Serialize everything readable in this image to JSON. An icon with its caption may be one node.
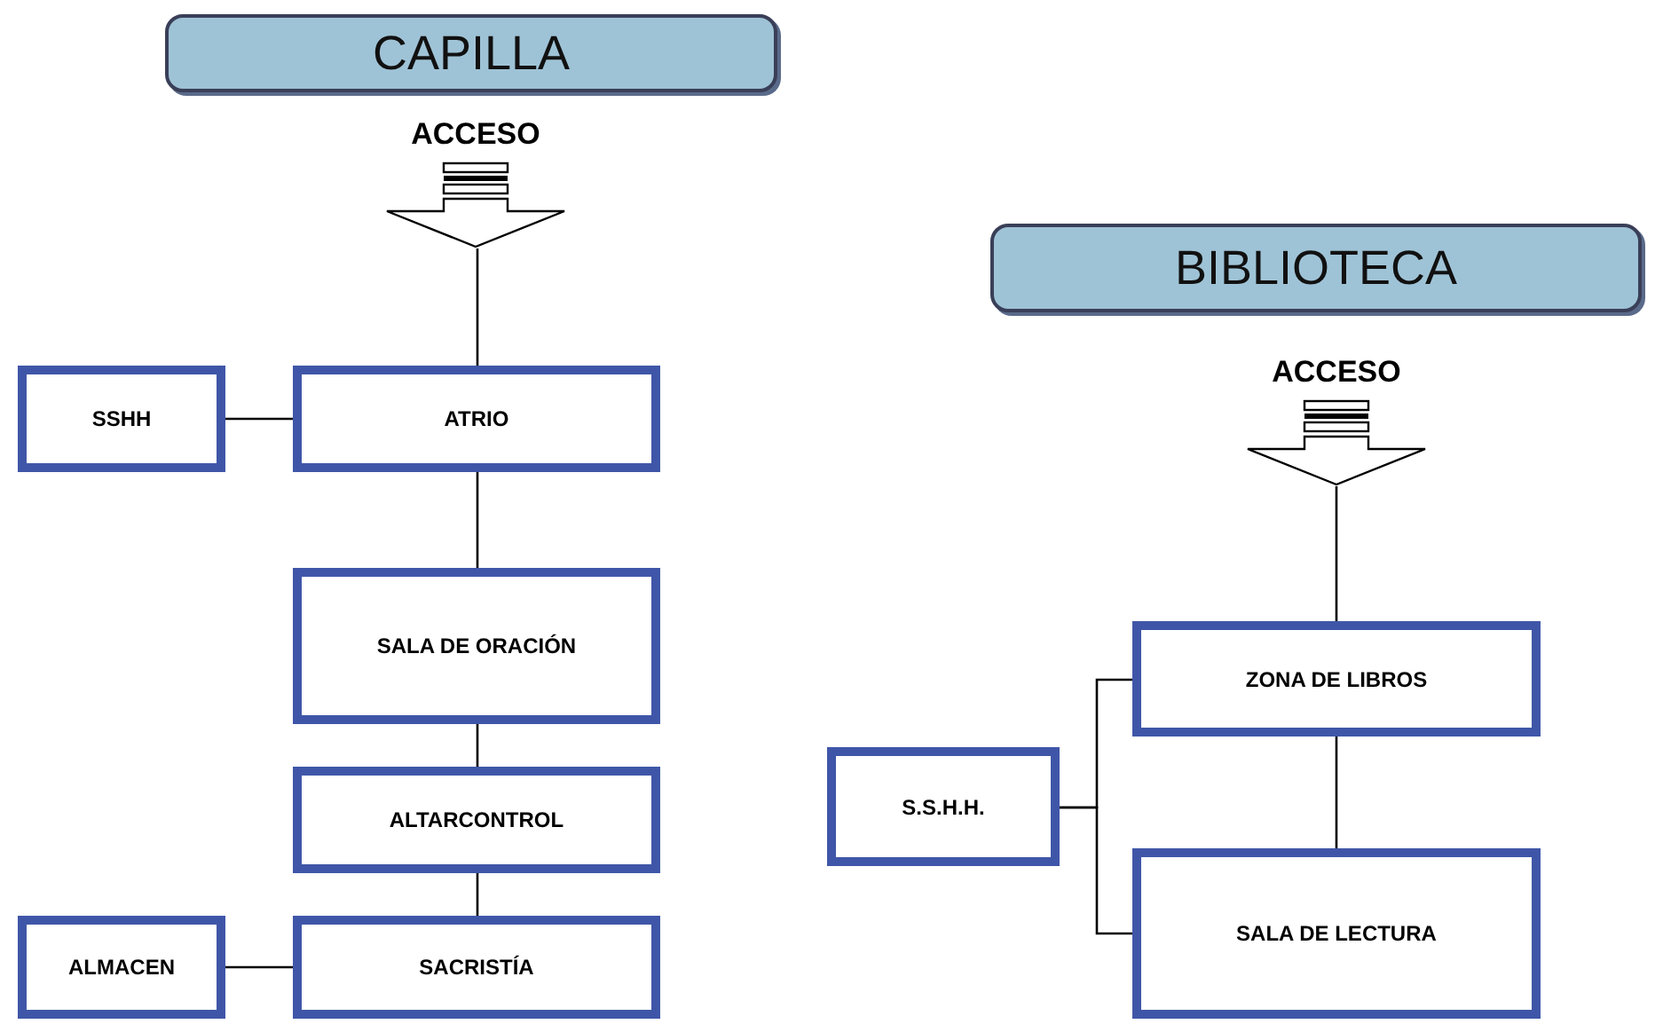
{
  "diagram": {
    "nodes": [
      {
        "text": [
          "CAPILLA"
        ]
      },
      {
        "text": [
          "ACCESO"
        ]
      },
      {
        "text": [
          "SSHH"
        ]
      },
      {
        "text": [
          "ATRIO"
        ]
      },
      {
        "text": [
          "SALA DE ORACIÓN"
        ]
      },
      {
        "text": [
          "ALTARCONTROL"
        ]
      },
      {
        "text": [
          "ALMACEN"
        ]
      },
      {
        "text": [
          "SACRISTÍA"
        ]
      },
      {
        "text": [
          "BIBLIOTECA"
        ]
      },
      {
        "text": [
          "ACCESO"
        ]
      },
      {
        "text": [
          "ZONA DE LIBROS"
        ]
      },
      {
        "text": [
          "S.S.H.H."
        ]
      },
      {
        "text": [
          "SALA DE LECTURA"
        ]
      }
    ],
    "edges": [
      {
        "from": 1,
        "to": 3,
        "arrow": "none"
      },
      {
        "from": 2,
        "to": 3,
        "arrow": "none"
      },
      {
        "from": 3,
        "to": 4,
        "arrow": "none"
      },
      {
        "from": 4,
        "to": 5,
        "arrow": "none"
      },
      {
        "from": 5,
        "to": 7,
        "arrow": "none"
      },
      {
        "from": 6,
        "to": 7,
        "arrow": "none"
      },
      {
        "from": 9,
        "to": 10,
        "arrow": "none"
      },
      {
        "from": 10,
        "to": 12,
        "arrow": "none"
      },
      {
        "from": 11,
        "to": 10,
        "arrow": "none"
      },
      {
        "from": 11,
        "to": 12,
        "arrow": "none"
      }
    ]
  }
}
